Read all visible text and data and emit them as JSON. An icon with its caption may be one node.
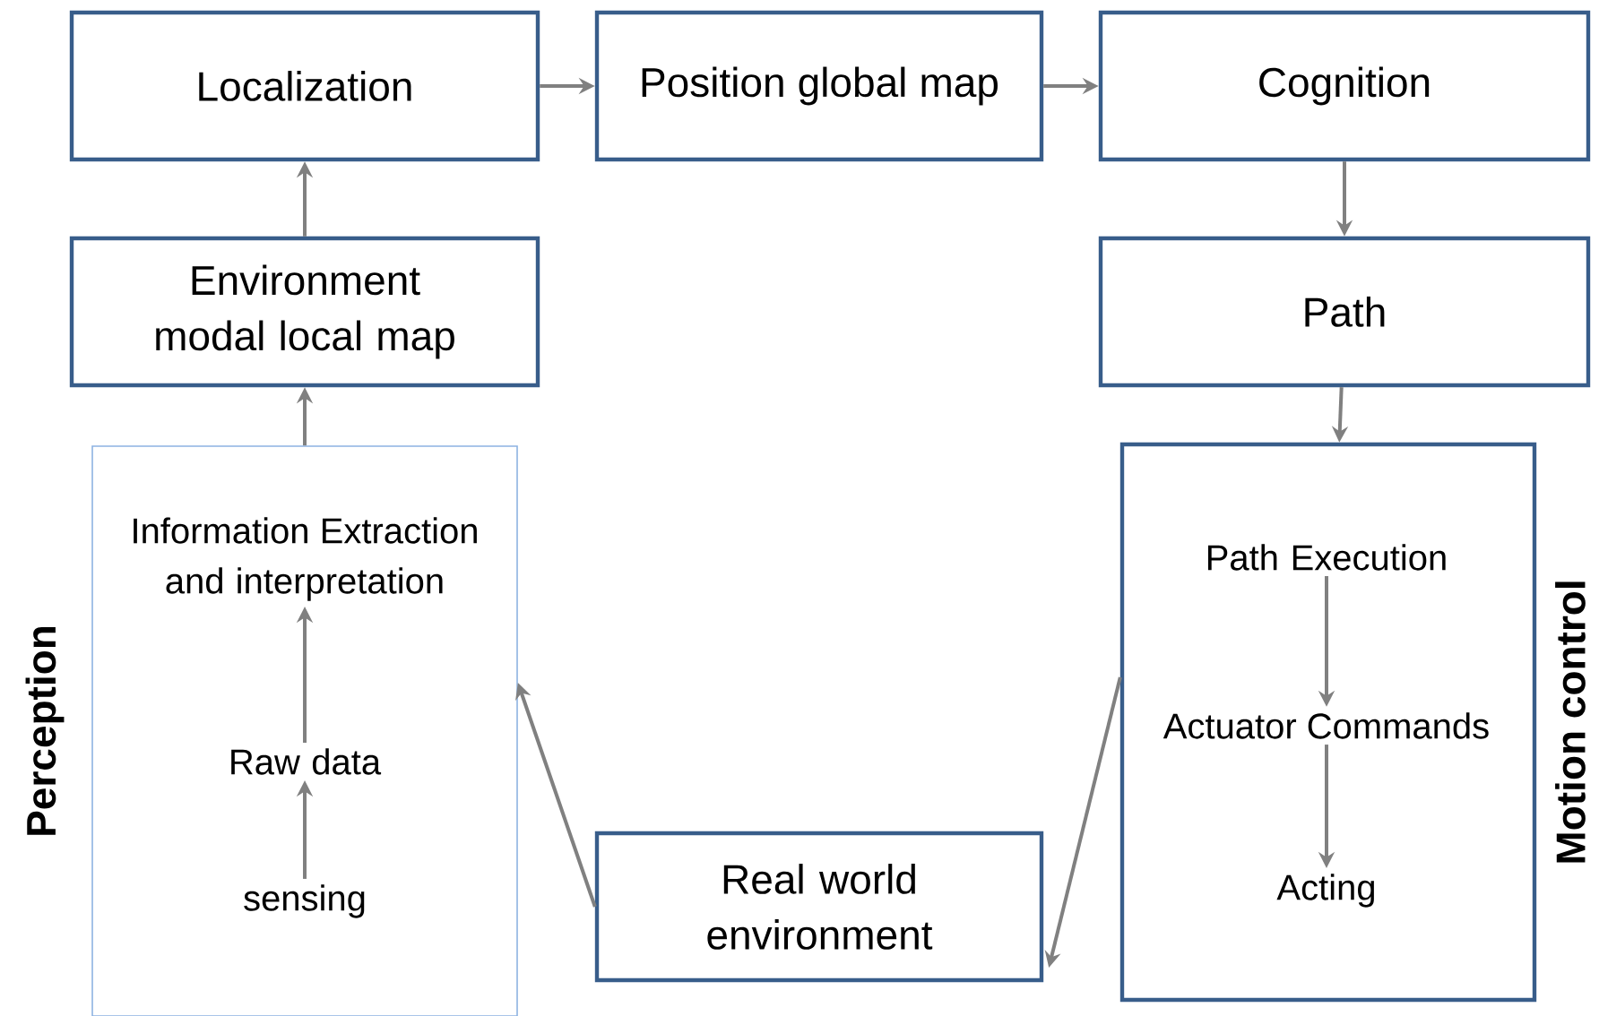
{
  "diagram": {
    "nodes": [
      {
        "text": [
          "Localization"
        ]
      },
      {
        "text": [
          "Position global map"
        ]
      },
      {
        "text": [
          "Cognition"
        ]
      },
      {
        "text": [
          "Environment modal local map"
        ]
      },
      {
        "text": [
          "Path"
        ]
      },
      {
        "text": [
          "Perception"
        ]
      },
      {
        "text": [
          "Information Extraction and interpretation"
        ],
        "in": 5
      },
      {
        "text": [
          "Raw data"
        ],
        "in": 5
      },
      {
        "text": [
          "sensing"
        ],
        "in": 5
      },
      {
        "text": [
          "Motion control"
        ]
      },
      {
        "text": [
          "Path Execution"
        ],
        "in": 9
      },
      {
        "text": [
          "Actuator Commands"
        ],
        "in": 9
      },
      {
        "text": [
          "Acting"
        ],
        "in": 9
      },
      {
        "text": [
          "Real world environment"
        ]
      }
    ],
    "edges": [
      {
        "from": 0,
        "to": 1,
        "arrow": "to"
      },
      {
        "from": 1,
        "to": 2,
        "arrow": "to"
      },
      {
        "from": 2,
        "to": 4,
        "arrow": "to"
      },
      {
        "from": 4,
        "to": 9,
        "arrow": "to"
      },
      {
        "from": 9,
        "to": 13,
        "arrow": "to"
      },
      {
        "from": 13,
        "to": 5,
        "arrow": "to"
      },
      {
        "from": 5,
        "to": 3,
        "arrow": "to"
      },
      {
        "from": 3,
        "to": 0,
        "arrow": "to"
      },
      {
        "from": 8,
        "to": 7,
        "arrow": "to"
      },
      {
        "from": 7,
        "to": 6,
        "arrow": "to"
      },
      {
        "from": 10,
        "to": 11,
        "arrow": "to"
      },
      {
        "from": 11,
        "to": 12,
        "arrow": "to"
      }
    ]
  }
}
